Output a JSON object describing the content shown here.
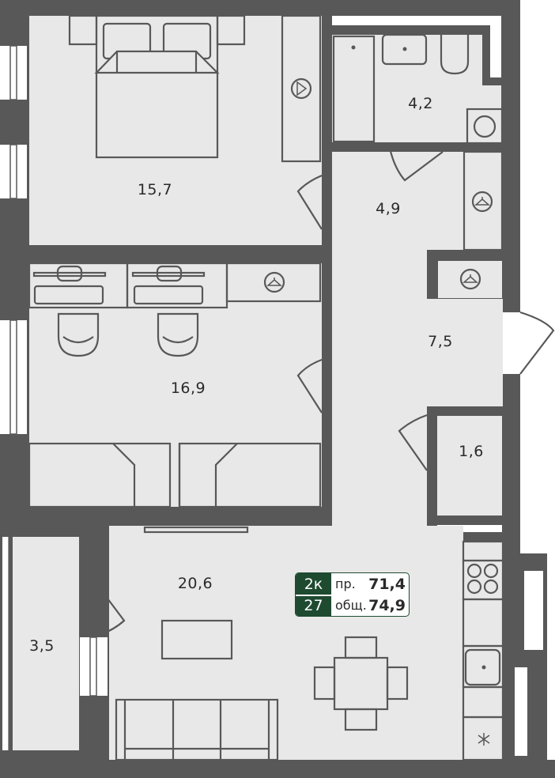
{
  "plan": {
    "type": "apartment-floor-plan",
    "colors": {
      "wall": "#585858",
      "floor": "#e8e8e8",
      "badge_accent": "#1e4a30",
      "background": "#ffffff"
    },
    "rooms": [
      {
        "id": "bedroom",
        "area": "15,7"
      },
      {
        "id": "bathroom",
        "area": "4,2"
      },
      {
        "id": "corridor",
        "area": "4,9"
      },
      {
        "id": "kids-room",
        "area": "16,9"
      },
      {
        "id": "hall",
        "area": "7,5"
      },
      {
        "id": "toilet",
        "area": "1,6"
      },
      {
        "id": "living-kitchen",
        "area": "20,6"
      },
      {
        "id": "balcony",
        "area": "3,5"
      }
    ],
    "icons": [
      "washing-machine-icon",
      "wardrobe-hanger-icon",
      "stove-icon",
      "sink-icon",
      "fridge-snowflake-icon"
    ]
  },
  "badge": {
    "rooms": "2к",
    "number": "27",
    "living_label": "пр.",
    "living_value": "71,4",
    "total_label": "общ.",
    "total_value": "74,9"
  }
}
